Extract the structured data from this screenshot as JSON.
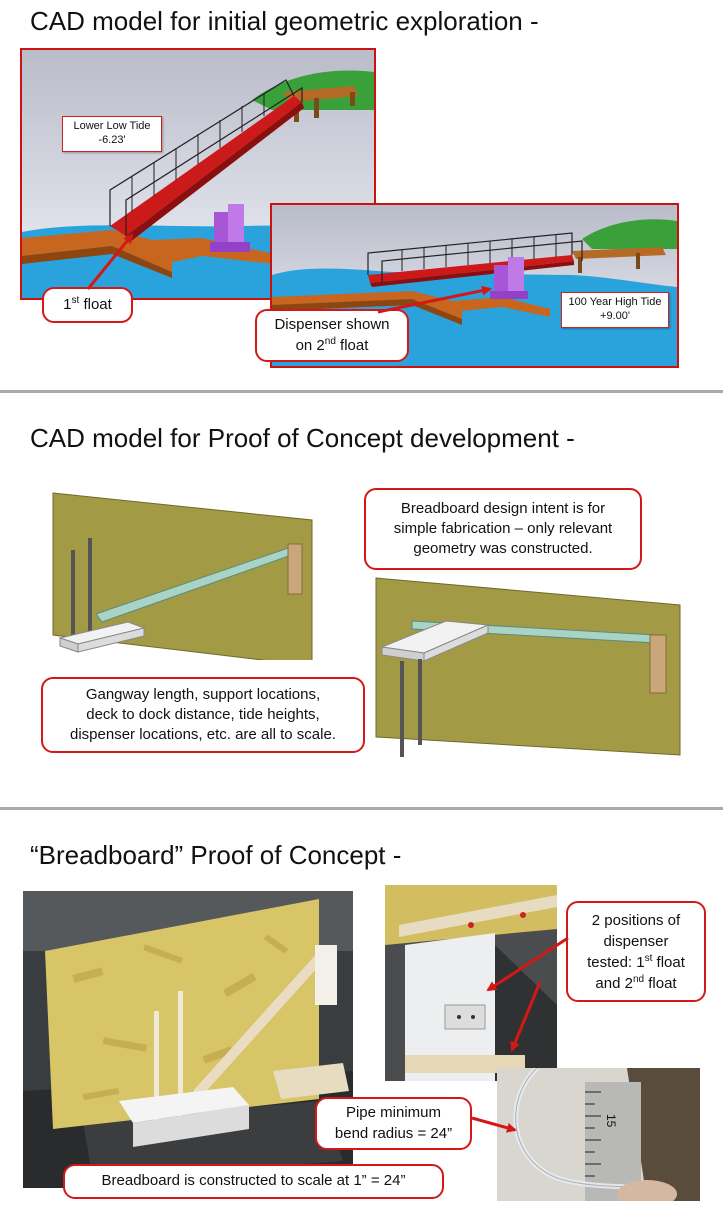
{
  "section1": {
    "title": "CAD model for initial geometric exploration -",
    "tag_low_tide_line1": "Lower Low Tide",
    "tag_low_tide_line2": "-6.23'",
    "tag_high_tide_line1": "100 Year High Tide",
    "tag_high_tide_line2": "+9.00'",
    "callout_first_float_pre": "1",
    "callout_first_float_sup": "st",
    "callout_first_float_post": " float",
    "callout_dispenser_line1": "Dispenser shown",
    "callout_dispenser_line2_pre": "on 2",
    "callout_dispenser_line2_sup": "nd",
    "callout_dispenser_line2_post": " float"
  },
  "section2": {
    "title": "CAD model for Proof of Concept development -",
    "callout_design_line1": "Breadboard design intent is for",
    "callout_design_line2": "simple fabrication – only relevant",
    "callout_design_line3": "geometry was constructed.",
    "callout_scale_line1": "Gangway length, support locations,",
    "callout_scale_line2": "deck to dock distance, tide heights,",
    "callout_scale_line3": "dispenser locations, etc. are all to scale."
  },
  "section3": {
    "title": "“Breadboard” Proof of Concept -",
    "callout_positions_line1": "2 positions of",
    "callout_positions_line2": "dispenser",
    "callout_positions_line3_pre": "tested: 1",
    "callout_positions_line3_sup": "st",
    "callout_positions_line3_post": " float",
    "callout_positions_line4_pre": "and 2",
    "callout_positions_line4_sup": "nd",
    "callout_positions_line4_post": " float",
    "callout_bend_line1": "Pipe minimum",
    "callout_bend_line2": "bend radius = 24”",
    "callout_scale": "Breadboard is constructed to scale at 1” = 24”",
    "ruler_label": "15"
  },
  "colors": {
    "accent_red": "#d41818",
    "gangway_red": "#cc1a1a",
    "dock_orange": "#c8651e",
    "water_blue": "#2aa3dc",
    "dispenser_purple": "#a855d8",
    "board_olive": "#a39a45",
    "divider_gray": "#a9a9a9"
  }
}
